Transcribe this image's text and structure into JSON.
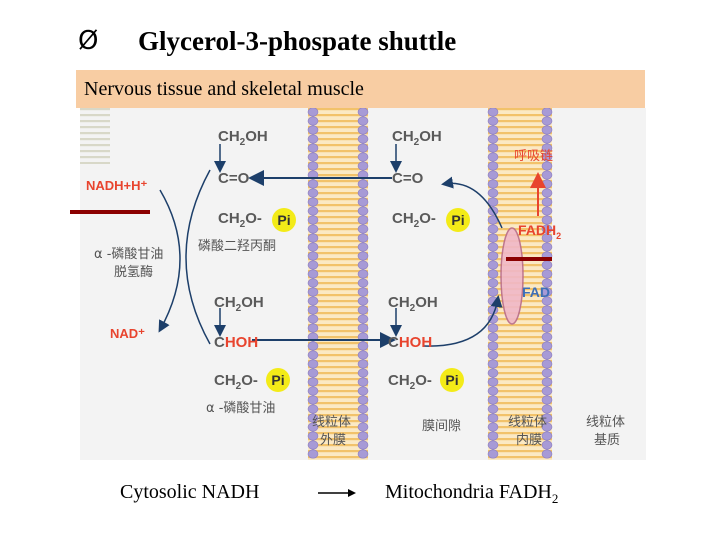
{
  "slide": {
    "bullet": "Ø",
    "title": "Glycerol-3-phospate shuttle",
    "subtitle": "Nervous tissue and skeletal muscle"
  },
  "diagram": {
    "nadh_label": "NADH+H⁺",
    "nad_label": "NAD⁺",
    "enzyme_label_line1": "α -磷酸甘油",
    "enzyme_label_line2": "脱氢酶",
    "dhap_label": "磷酸二羟丙酮",
    "g3p_label": "α -磷酸甘油",
    "outer_membrane_line1": "线粒体",
    "outer_membrane_line2": "外膜",
    "intermembrane_space": "膜间隙",
    "inner_membrane_line1": "线粒体",
    "inner_membrane_line2": "内膜",
    "matrix_line1": "线粒体",
    "matrix_line2": "基质",
    "respiratory_chain": "呼吸链",
    "fadh2_label": "FADH",
    "fadh2_sub": "2",
    "fad_label": "FAD",
    "ch2oh": "CH",
    "ch2oh_sub": "2",
    "ch2oh_tail": "OH",
    "co": "C=O",
    "choh_c": "C",
    "choh_h": "HOH",
    "ch2o": "CH",
    "ch2o_sub": "2",
    "ch2o_tail": "O-",
    "pi": "Pi"
  },
  "caption": {
    "left": "Cytosolic NADH",
    "right": "Mitochondria FADH",
    "right_sub": "2"
  },
  "colors": {
    "subtitle_bg": "#f8cda3",
    "accent_red": "#e8442e",
    "fad_blue": "#3d6fb8",
    "pi_yellow": "#f3eb18",
    "membrane_purple": "#a79ad6",
    "membrane_stripe": "#f2c26a",
    "marker_dark_red": "#8b0000"
  }
}
